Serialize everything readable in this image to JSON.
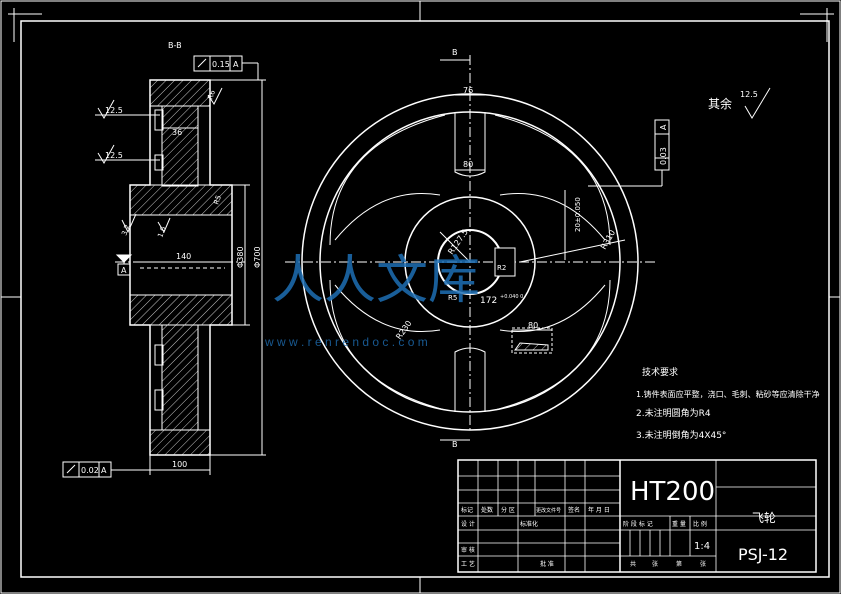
{
  "section": {
    "label": "B-B",
    "runout_top": {
      "tol": "0.15",
      "datum": "A"
    },
    "runout_bottom": {
      "tol": "0.02",
      "datum": "A"
    },
    "rough_top": "12.5",
    "rough_mid": "12.5",
    "rough_hub": "3.2",
    "rough_bore": "1.6",
    "rough_fillet": "R6",
    "rough_hub_side": "R5",
    "dim_web": "36",
    "dim_bore": "140",
    "dim_hub": "Φ380",
    "dim_outer": "Φ700",
    "dim_width": "100",
    "datum": "A"
  },
  "front": {
    "section_mark": "B",
    "dim_spoke_top": "76",
    "dim_spoke_base": "80",
    "dim_flat": "20±0.050",
    "dim_rim_r": "R310",
    "dim_inner_r": "R230",
    "dim_hub_r": "R127.5",
    "dim_bore_r": "R2",
    "dim_bore_r2": "R5",
    "dim_keyway": "172",
    "dim_keyway_tol": "+0.040 0",
    "dim_detail": "80",
    "circ_tol": "0.03",
    "circ_datum": "A"
  },
  "roughness_rest": {
    "label": "其余",
    "value": "12.5"
  },
  "notes": {
    "title": "技术要求",
    "items": [
      "1.铸件表面应平整，浇口、毛刺、粘砂等应清除干净",
      "2.未注明圆角为R4",
      "3.未注明倒角为4X45°"
    ]
  },
  "title_block": {
    "material": "HT200",
    "part_name": "飞轮",
    "drawing_no": "PSJ-12",
    "scale": "1:4",
    "headers": [
      "标记",
      "处数",
      "分 区",
      "更改文件号",
      "签名",
      "年 月 日"
    ],
    "design": "设 计",
    "standardize": "标准化",
    "review": "审 核",
    "process": "工 艺",
    "approve": "批 准",
    "stage_weight_scale": [
      "阶 段 标 记",
      "重 量",
      "比 例"
    ],
    "sheets": [
      "共",
      "张",
      "第",
      "张"
    ]
  },
  "watermark": {
    "text": "人人文库",
    "url": "w w w . r e n r e n d o c . c o m"
  }
}
